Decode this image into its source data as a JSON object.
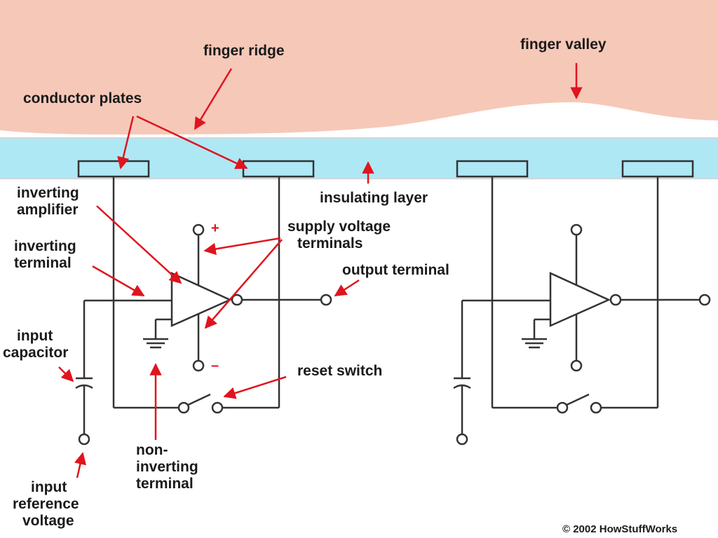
{
  "colors": {
    "finger": "#f6c8b8",
    "insulating_layer": "#aee8f5",
    "arrow": "#e0141e",
    "wire": "#333333"
  },
  "labels": {
    "finger_ridge": "finger ridge",
    "finger_valley": "finger valley",
    "conductor_plates": "conductor plates",
    "insulating_layer": "insulating layer",
    "inverting_amplifier": [
      "inverting",
      "amplifier"
    ],
    "inverting_terminal": [
      "inverting",
      "terminal"
    ],
    "supply_voltage_terminals": [
      "supply voltage",
      "terminals"
    ],
    "output_terminal": "output terminal",
    "input_capacitor": [
      "input",
      "capacitor"
    ],
    "reset_switch": "reset switch",
    "non_inverting_terminal": [
      "non-",
      "inverting",
      "terminal"
    ],
    "input_reference_voltage": [
      "input",
      "reference",
      "voltage"
    ],
    "plus_sign": "+",
    "minus_sign": "–"
  },
  "copyright": "© 2002 HowStuffWorks"
}
